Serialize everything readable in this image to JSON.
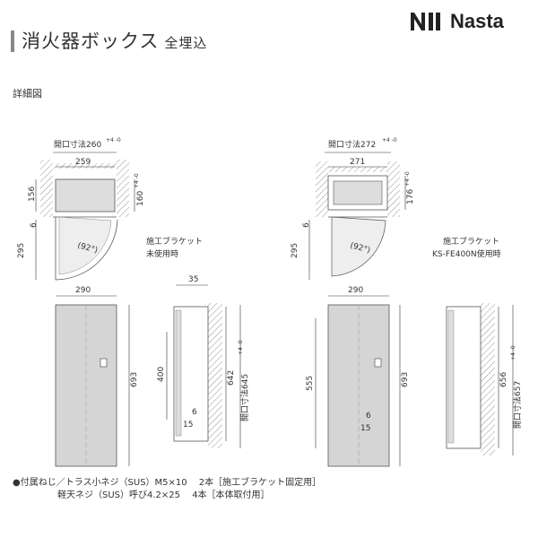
{
  "header": {
    "title": "消火器ボックス",
    "subtitle": "全埋込",
    "brand": "Nasta",
    "logo_icon": "nasta-logo-mark"
  },
  "section_label": "詳細図",
  "left_set": {
    "opening_width_label": "開口寸法260",
    "opening_width_tol": "+4\n-0",
    "inner_width": "259",
    "depth": "156",
    "opening_height_label": "160",
    "opening_height_tol": "+4\n-0",
    "gap": "6",
    "door_swing": "295",
    "angle": "(92°)",
    "bracket_note_1": "施工ブラケット",
    "bracket_note_2": "未使用時",
    "front_width": "290",
    "front_height": "693",
    "side_depth": "35",
    "side_400": "400",
    "side_642": "642",
    "opening_height_v_label": "開口寸法645",
    "opening_height_v_tol": "+4\n-0",
    "small_6": "6",
    "small_15": "15"
  },
  "right_set": {
    "opening_width_label": "開口寸法272",
    "opening_width_tol": "+4\n-0",
    "inner_width": "271",
    "opening_height_label": "176",
    "opening_height_tol": "+4\n-0",
    "gap": "6",
    "door_swing": "295",
    "angle": "(92°)",
    "bracket_note_1": "施工ブラケット",
    "bracket_note_2": "KS-FE400N使用時",
    "front_width": "290",
    "front_height": "693",
    "side_555": "555",
    "side_656": "656",
    "opening_height_v_label": "開口寸法657",
    "opening_height_v_tol": "+4\n-0",
    "small_6": "6",
    "small_15": "15"
  },
  "notes": {
    "line1": "●付属ねじ／トラス小ネジ（SUS）M5×10　 2本［施工ブラケット固定用］",
    "line2": "　　　　　軽天ネジ（SUS）呼び4.2×25　 4本［本体取付用］"
  }
}
